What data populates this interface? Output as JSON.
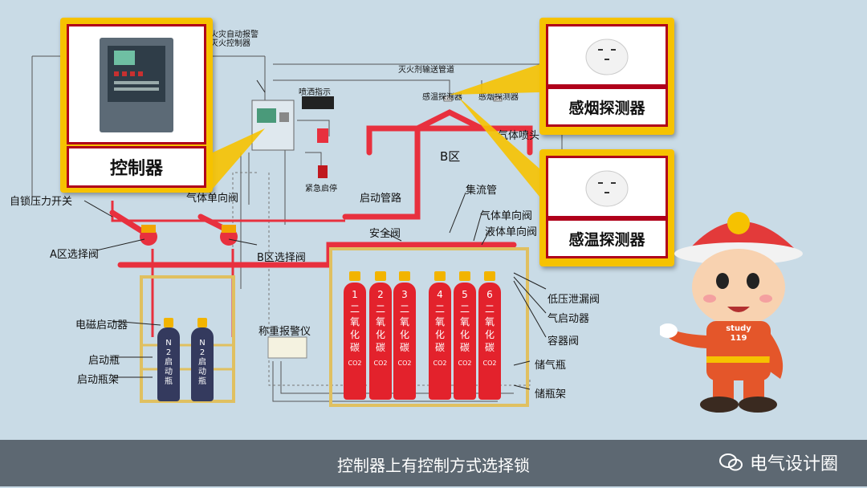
{
  "callouts": {
    "controller": "控制器",
    "smoke_detector": "感烟探测器",
    "heat_detector": "感温探测器"
  },
  "labels": {
    "fire_alarm_controller": "火灾自动报警\n灭火控制器",
    "spray_indicator": "喷洒指示",
    "agent_pipe": "灭火剂输送管道",
    "smoke_det_small": "感温探测器",
    "heat_det_small": "感烟探测器",
    "gas_nozzle": "气体喷头",
    "zone_b": "B区",
    "emergency_start": "紧急启停",
    "start_pipe": "启动管路",
    "manifold": "集流管",
    "pressure_switch": "自锁压力开关",
    "check_valve_left": "气体单向阀",
    "safety_valve": "安全阀",
    "gas_check_valve": "气体单向阀",
    "liquid_check_valve": "液体单向阀",
    "zone_a_valve": "A区选择阀",
    "zone_b_valve": "B区选择阀",
    "low_pressure_vent": "低压泄漏阀",
    "gas_actuator": "气启动器",
    "container_valve": "容器阀",
    "electro_actuator": "电磁启动器",
    "start_bottle": "启动瓶",
    "start_rack": "启动瓶架",
    "weighing_alarm": "称重报警仪",
    "storage_bottle": "储气瓶",
    "storage_rack": "储瓶架"
  },
  "cylinders": [
    {
      "num": "1",
      "text": "二氧化碳",
      "formula": "CO2"
    },
    {
      "num": "2",
      "text": "二氧化碳",
      "formula": "CO2"
    },
    {
      "num": "3",
      "text": "二氧化碳",
      "formula": "CO2"
    },
    {
      "num": "4",
      "text": "二氧化碳",
      "formula": "CO2"
    },
    {
      "num": "5",
      "text": "二氧化碳",
      "formula": "CO2"
    },
    {
      "num": "6",
      "text": "二氧化碳",
      "formula": "CO2"
    }
  ],
  "n2_bottles": [
    {
      "text": "N2启动瓶"
    },
    {
      "text": "N2启动瓶"
    }
  ],
  "mascot": {
    "badge": "study",
    "number": "119"
  },
  "subtitle": "控制器上有控制方式选择锁",
  "watermark": "电气设计圈"
}
